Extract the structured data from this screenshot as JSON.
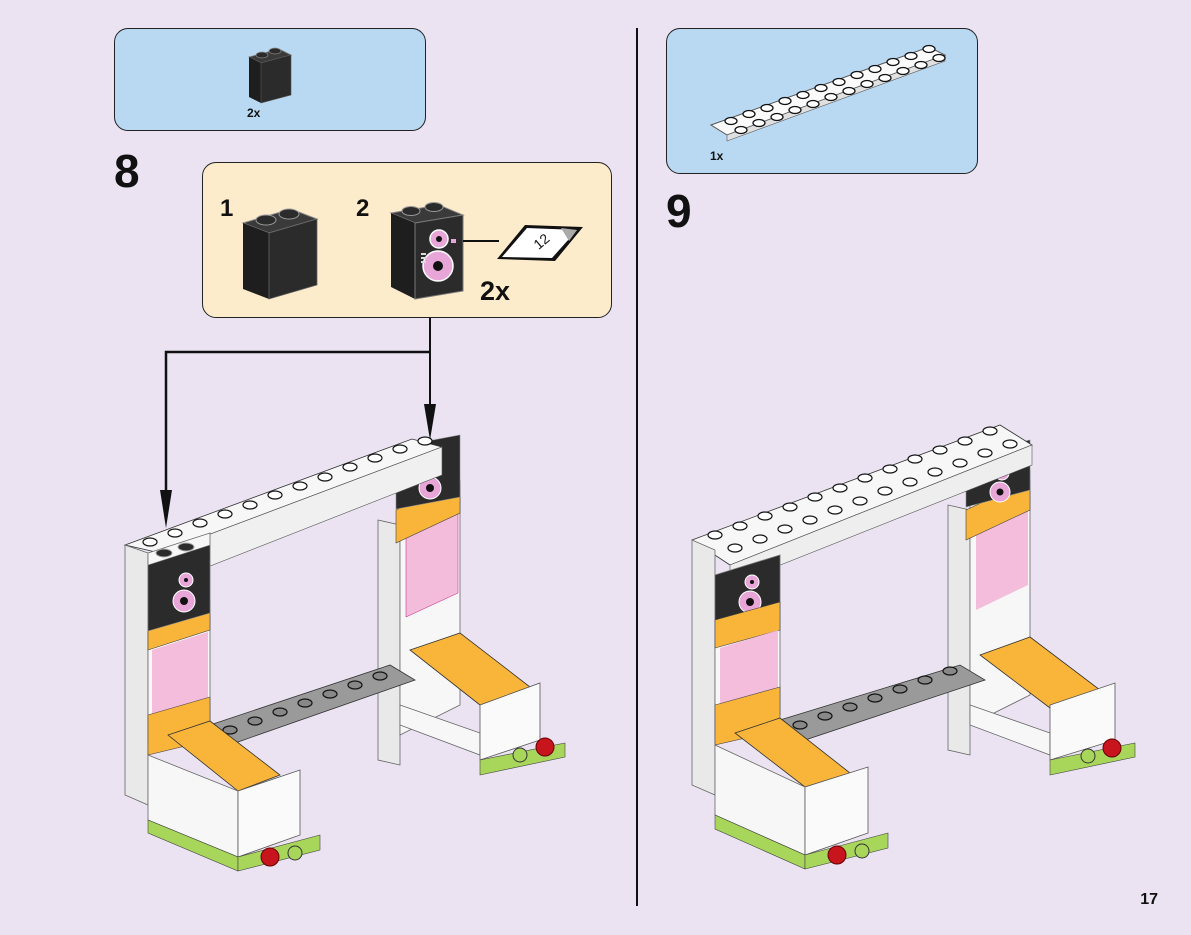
{
  "page": {
    "page_number": "17",
    "background_color": "#ebe3f2"
  },
  "step8": {
    "step_number": "8",
    "parts_list": {
      "items": [
        {
          "part": "brick-1x2x2-black",
          "quantity": "2x"
        }
      ]
    },
    "sub_assembly": {
      "sub_steps": [
        {
          "number": "1",
          "part": "brick-1x2x2-black"
        },
        {
          "number": "2",
          "part": "brick-1x2x2-black-speaker-sticker",
          "sticker_label": "12"
        }
      ],
      "multiplier": "2x"
    }
  },
  "step9": {
    "step_number": "9",
    "parts_list": {
      "items": [
        {
          "part": "plate-2x12-white",
          "quantity": "1x"
        }
      ]
    }
  },
  "colors": {
    "parts_box": "#b9d8f2",
    "callout_box": "#fdeccb",
    "black_brick": "#2b2b2b",
    "white_brick": "#f7f7f7",
    "orange_brick": "#f9b43a",
    "trans_pink": "#f4b6d8",
    "gray_plate": "#9a9a9a",
    "lime_plate": "#a8d65a",
    "red_stud": "#c8141c",
    "speaker_pink": "#e8a6d8"
  }
}
